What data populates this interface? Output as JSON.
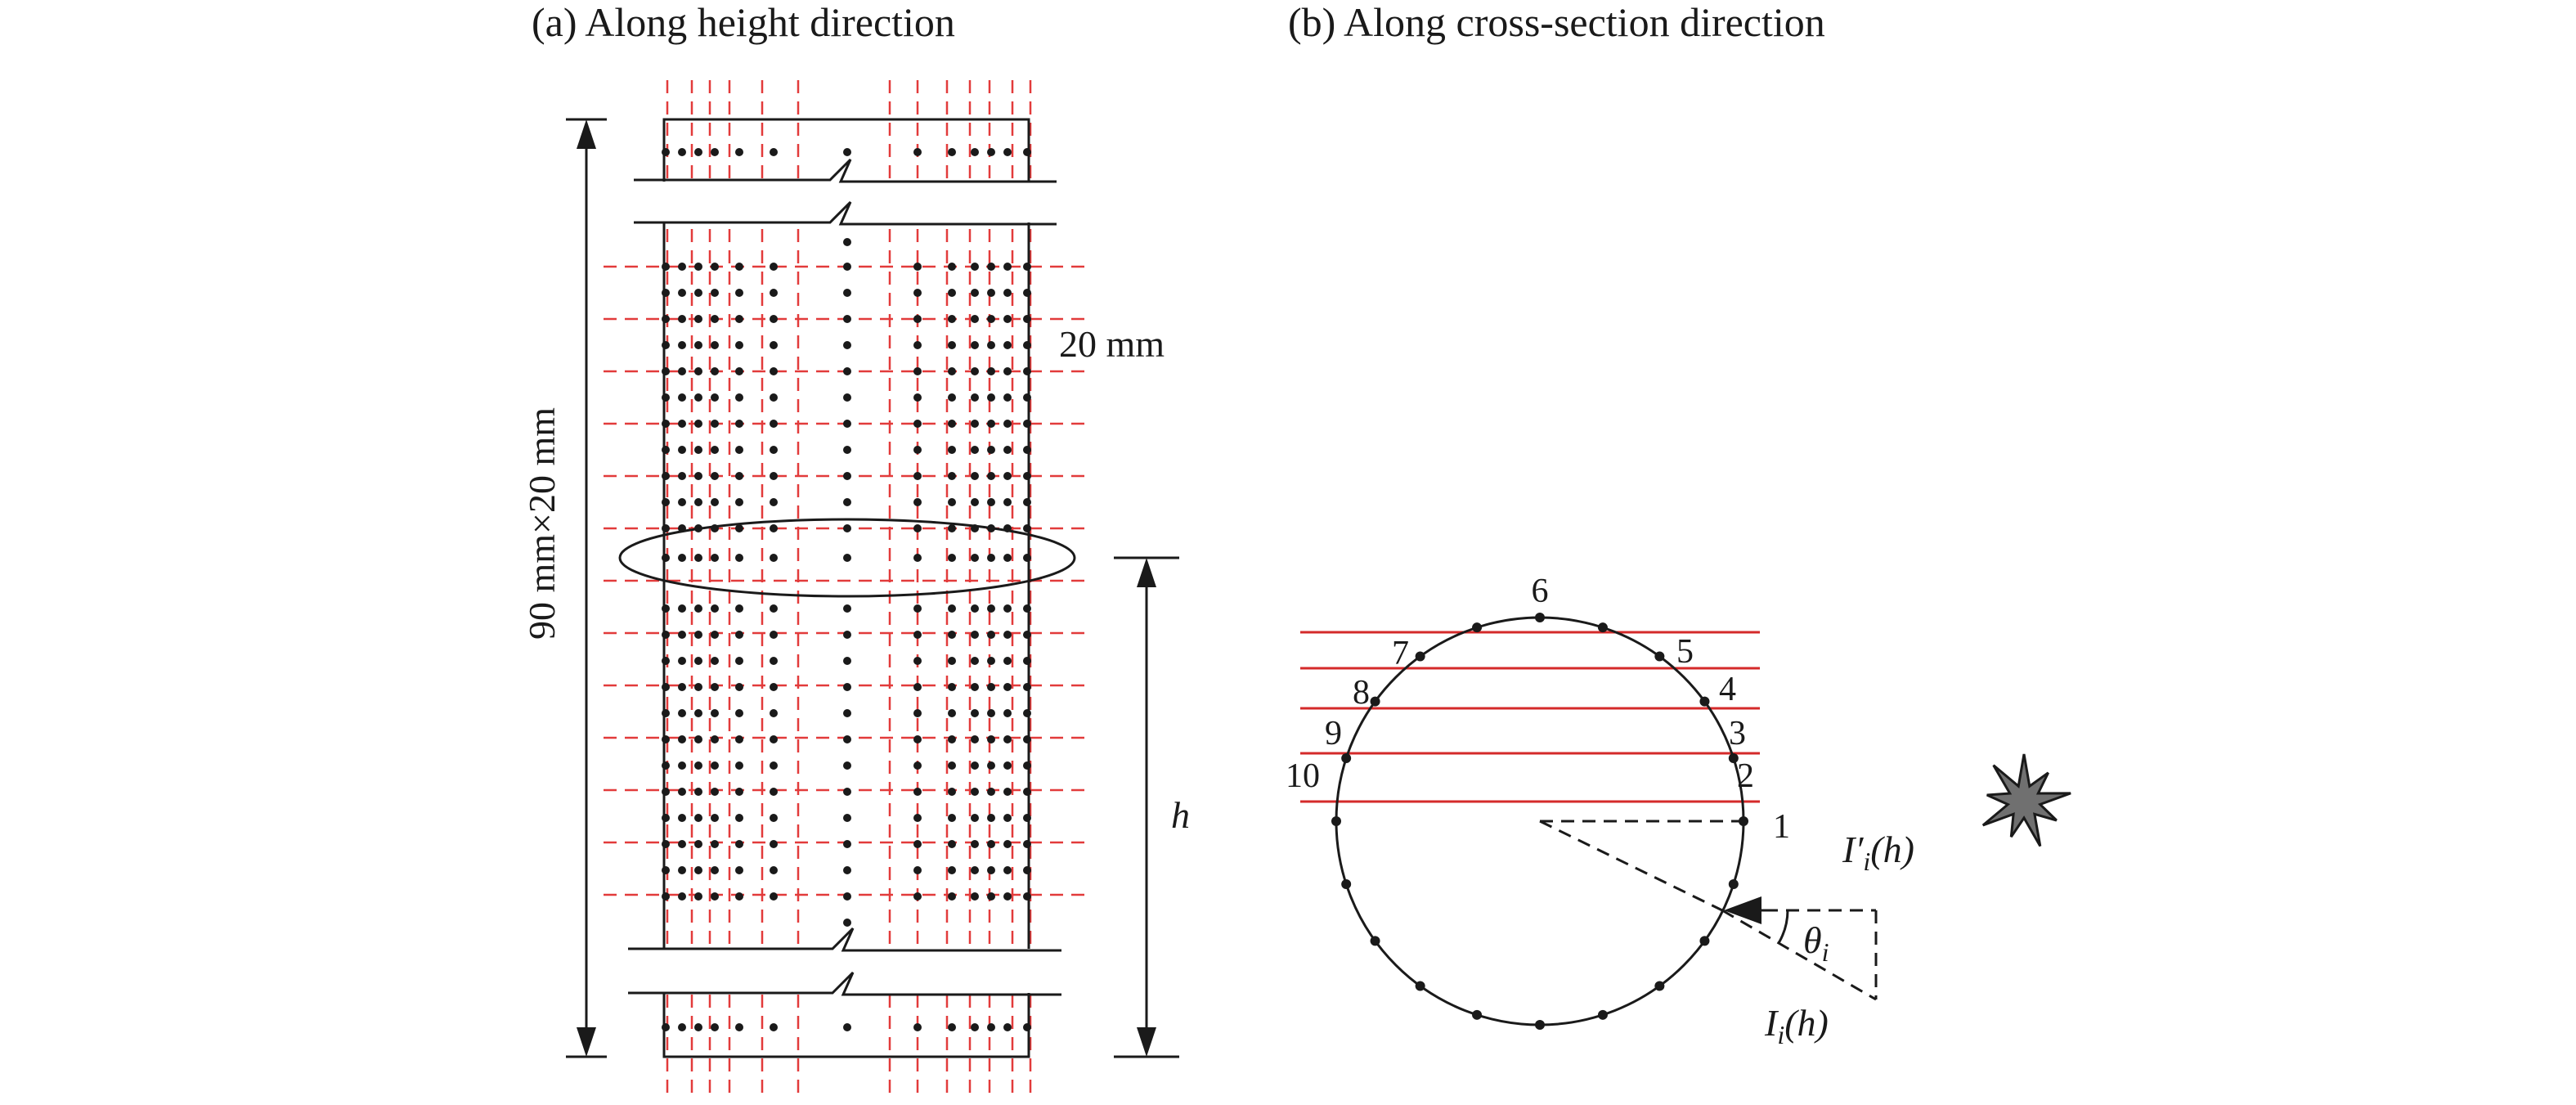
{
  "panel_a": {
    "caption": "(a) Along height direction",
    "total_height_label": "90 mm×20 mm",
    "spacing_label": "20 mm",
    "height_label": "h"
  },
  "panel_b": {
    "caption": "(b) Along cross-section direction",
    "point_labels": [
      "1",
      "2",
      "3",
      "4",
      "5",
      "6",
      "7",
      "8",
      "9",
      "10"
    ],
    "incident_label": {
      "base": "I",
      "prime": "′",
      "sub": "i",
      "arg": "(h)"
    },
    "refracted_label": {
      "base": "I",
      "sub": "i",
      "arg": "(h)"
    },
    "angle_label": {
      "base": "θ",
      "sub": "i"
    }
  },
  "colors": {
    "ink": "#1a1a1a",
    "grid_red": "#e23b3b",
    "section_red": "#d42a2a",
    "source_fill": "#707070"
  },
  "icons": {
    "source": "explosion-star-icon"
  }
}
